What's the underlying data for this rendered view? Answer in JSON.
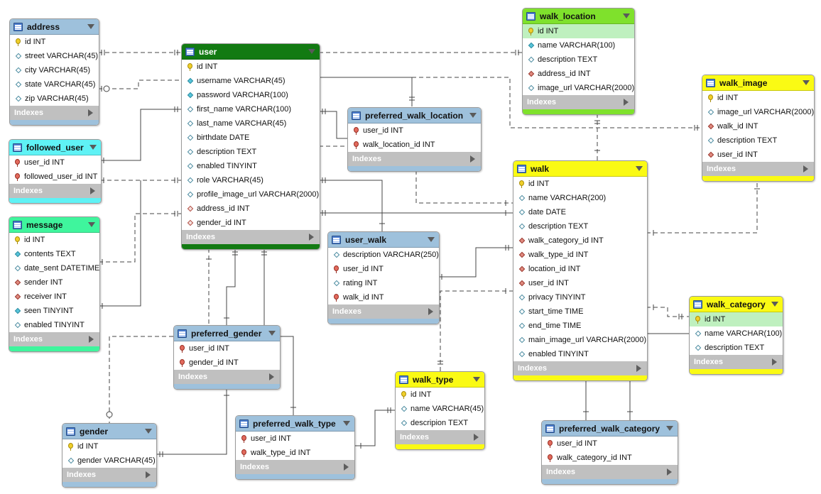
{
  "indexes_label": "Indexes",
  "colors": {
    "blue": "#9ec1dc",
    "green": "#127a12",
    "cyan": "#5ff2f5",
    "mint": "#3ff59d",
    "lime": "#7fe12c",
    "yellow": "#fafa14",
    "lined": "#555555"
  },
  "tables": {
    "address": {
      "name": "address",
      "columns": [
        {
          "icon": "pk",
          "text": "id INT"
        },
        {
          "icon": "nullable",
          "text": "street VARCHAR(45)"
        },
        {
          "icon": "nullable",
          "text": "city VARCHAR(45)"
        },
        {
          "icon": "nullable",
          "text": "state VARCHAR(45)"
        },
        {
          "icon": "nullable",
          "text": "zip VARCHAR(45)"
        }
      ]
    },
    "followed_user": {
      "name": "followed_user",
      "columns": [
        {
          "icon": "fk-pk",
          "text": "user_id INT"
        },
        {
          "icon": "fk-pk",
          "text": "followed_user_id INT"
        }
      ]
    },
    "message": {
      "name": "message",
      "columns": [
        {
          "icon": "pk",
          "text": "id INT"
        },
        {
          "icon": "notnull",
          "text": "contents TEXT"
        },
        {
          "icon": "nullable",
          "text": "date_sent DATETIME"
        },
        {
          "icon": "fk",
          "text": "sender INT"
        },
        {
          "icon": "fk",
          "text": "receiver INT"
        },
        {
          "icon": "notnull",
          "text": "seen TINYINT"
        },
        {
          "icon": "nullable",
          "text": "enabled TINYINT"
        }
      ]
    },
    "user": {
      "name": "user",
      "columns": [
        {
          "icon": "pk",
          "text": "id INT"
        },
        {
          "icon": "notnull",
          "text": "username VARCHAR(45)"
        },
        {
          "icon": "notnull",
          "text": "password VARCHAR(100)"
        },
        {
          "icon": "nullable",
          "text": "first_name VARCHAR(100)"
        },
        {
          "icon": "nullable",
          "text": "last_name VARCHAR(45)"
        },
        {
          "icon": "nullable",
          "text": "birthdate DATE"
        },
        {
          "icon": "nullable",
          "text": "description TEXT"
        },
        {
          "icon": "nullable",
          "text": "enabled TINYINT"
        },
        {
          "icon": "nullable",
          "text": "role VARCHAR(45)"
        },
        {
          "icon": "nullable",
          "text": "profile_image_url VARCHAR(2000)"
        },
        {
          "icon": "fk-null",
          "text": "address_id INT"
        },
        {
          "icon": "fk-null",
          "text": "gender_id INT"
        }
      ]
    },
    "preferred_walk_location": {
      "name": "preferred_walk_location",
      "columns": [
        {
          "icon": "fk-pk",
          "text": "user_id INT"
        },
        {
          "icon": "fk-pk",
          "text": "walk_location_id INT"
        }
      ]
    },
    "walk_location": {
      "name": "walk_location",
      "columns": [
        {
          "icon": "pk",
          "text": "id INT"
        },
        {
          "icon": "notnull",
          "text": "name VARCHAR(100)"
        },
        {
          "icon": "nullable",
          "text": "description TEXT"
        },
        {
          "icon": "fk",
          "text": "address_id INT"
        },
        {
          "icon": "nullable",
          "text": "image_url VARCHAR(2000)"
        }
      ]
    },
    "walk_image": {
      "name": "walk_image",
      "columns": [
        {
          "icon": "pk",
          "text": "id INT"
        },
        {
          "icon": "nullable",
          "text": "image_url VARCHAR(2000)"
        },
        {
          "icon": "fk",
          "text": "walk_id INT"
        },
        {
          "icon": "nullable",
          "text": "description TEXT"
        },
        {
          "icon": "fk",
          "text": "user_id INT"
        }
      ]
    },
    "walk": {
      "name": "walk",
      "columns": [
        {
          "icon": "pk",
          "text": "id INT"
        },
        {
          "icon": "nullable",
          "text": "name VARCHAR(200)"
        },
        {
          "icon": "nullable",
          "text": "date DATE"
        },
        {
          "icon": "nullable",
          "text": "description TEXT"
        },
        {
          "icon": "fk",
          "text": "walk_category_id INT"
        },
        {
          "icon": "fk",
          "text": "walk_type_id INT"
        },
        {
          "icon": "fk",
          "text": "location_id INT"
        },
        {
          "icon": "fk",
          "text": "user_id INT"
        },
        {
          "icon": "nullable",
          "text": "privacy TINYINT"
        },
        {
          "icon": "nullable",
          "text": "start_time TIME"
        },
        {
          "icon": "nullable",
          "text": "end_time TIME"
        },
        {
          "icon": "nullable",
          "text": "main_image_url VARCHAR(2000)"
        },
        {
          "icon": "nullable",
          "text": "enabled TINYINT"
        }
      ]
    },
    "user_walk": {
      "name": "user_walk",
      "columns": [
        {
          "icon": "nullable",
          "text": "description VARCHAR(250)"
        },
        {
          "icon": "fk-pk",
          "text": "user_id INT"
        },
        {
          "icon": "nullable",
          "text": "rating INT"
        },
        {
          "icon": "fk-pk",
          "text": "walk_id INT"
        }
      ]
    },
    "walk_category": {
      "name": "walk_category",
      "columns": [
        {
          "icon": "pk",
          "text": "id INT"
        },
        {
          "icon": "nullable",
          "text": "name VARCHAR(100)"
        },
        {
          "icon": "nullable",
          "text": "description TEXT"
        }
      ]
    },
    "preferred_gender": {
      "name": "preferred_gender",
      "columns": [
        {
          "icon": "fk-pk",
          "text": "user_id INT"
        },
        {
          "icon": "fk-pk",
          "text": "gender_id INT"
        }
      ]
    },
    "walk_type": {
      "name": "walk_type",
      "columns": [
        {
          "icon": "pk",
          "text": "id INT"
        },
        {
          "icon": "nullable",
          "text": "name VARCHAR(45)"
        },
        {
          "icon": "nullable",
          "text": "descripion TEXT"
        }
      ]
    },
    "gender": {
      "name": "gender",
      "columns": [
        {
          "icon": "pk",
          "text": "id INT"
        },
        {
          "icon": "nullable",
          "text": "gender VARCHAR(45)"
        }
      ]
    },
    "preferred_walk_type": {
      "name": "preferred_walk_type",
      "columns": [
        {
          "icon": "fk-pk",
          "text": "user_id INT"
        },
        {
          "icon": "fk-pk",
          "text": "walk_type_id INT"
        }
      ]
    },
    "preferred_walk_category": {
      "name": "preferred_walk_category",
      "columns": [
        {
          "icon": "fk-pk",
          "text": "user_id INT"
        },
        {
          "icon": "fk-pk",
          "text": "walk_category_id INT"
        }
      ]
    }
  }
}
